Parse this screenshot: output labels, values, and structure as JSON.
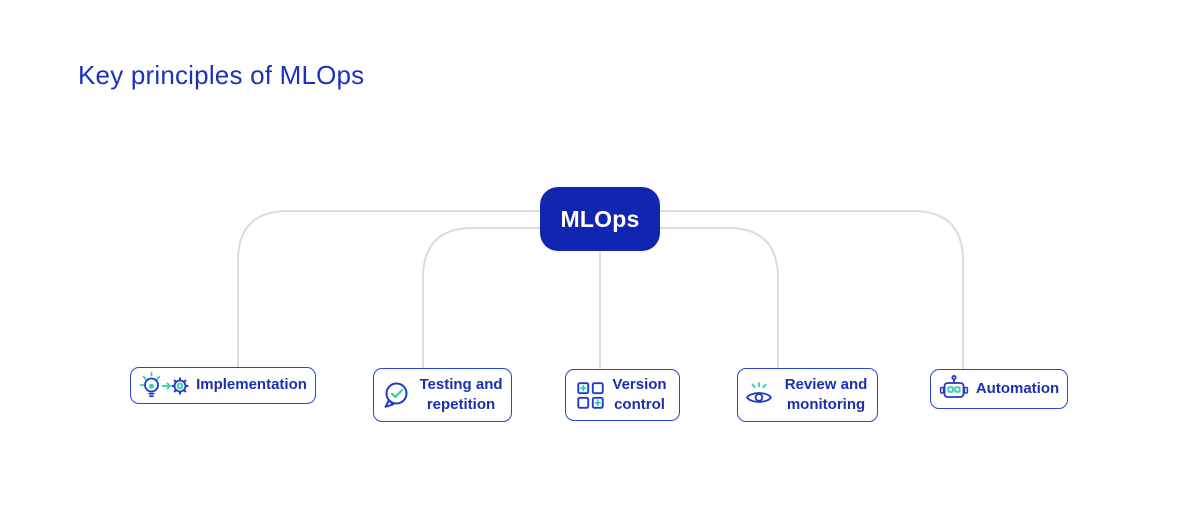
{
  "page": {
    "title": "Key principles of MLOps"
  },
  "diagram": {
    "root": {
      "label": "MLOps"
    },
    "children": [
      {
        "label": "Implementation",
        "icon": "lightbulb-to-gear-icon"
      },
      {
        "label": "Testing and repetition",
        "icon": "speech-bubble-check-icon"
      },
      {
        "label": "Version control",
        "icon": "version-squares-icon"
      },
      {
        "label": "Review and monitoring",
        "icon": "eye-monitoring-icon"
      },
      {
        "label": "Automation",
        "icon": "robot-icon"
      }
    ]
  },
  "colors": {
    "title_blue": "#1c31bd",
    "node_fill_blue": "#1126b0",
    "node_text_white": "#ffffff",
    "box_border_blue": "#2c46d4",
    "label_blue": "#1c2fae",
    "icon_blue": "#2438c8",
    "accent_green": "#2ed3a3",
    "connector_gray": "#dcdcdc",
    "background": "#ffffff"
  }
}
